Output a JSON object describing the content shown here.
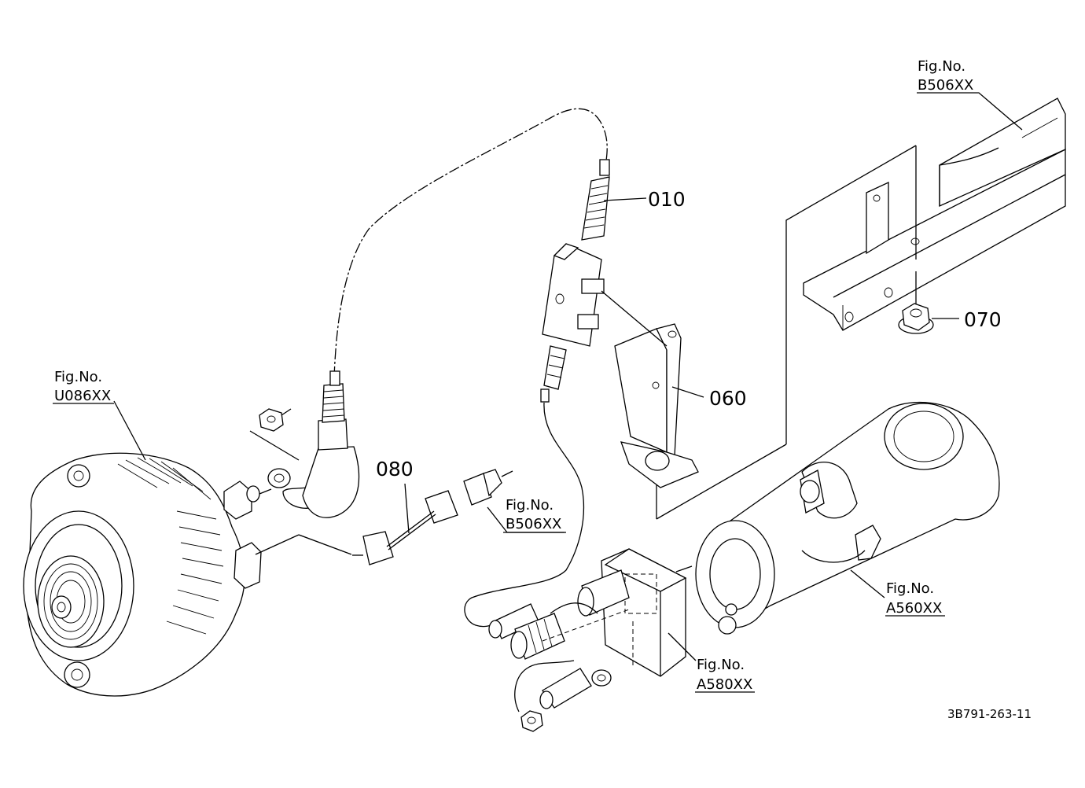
{
  "diagram": {
    "part_numbers": {
      "p010": "010",
      "p060": "060",
      "p070": "070",
      "p080": "080"
    },
    "figure_refs": {
      "b506_top": {
        "label": "Fig.No.",
        "code": "B506XX"
      },
      "u086": {
        "label": "Fig.No.",
        "code": "U086XX"
      },
      "b506_mid": {
        "label": "Fig.No.",
        "code": "B506XX"
      },
      "a560": {
        "label": "Fig.No.",
        "code": "A560XX"
      },
      "a580": {
        "label": "Fig.No.",
        "code": "A580XX"
      }
    },
    "drawing_id": "3B791-263-11"
  }
}
